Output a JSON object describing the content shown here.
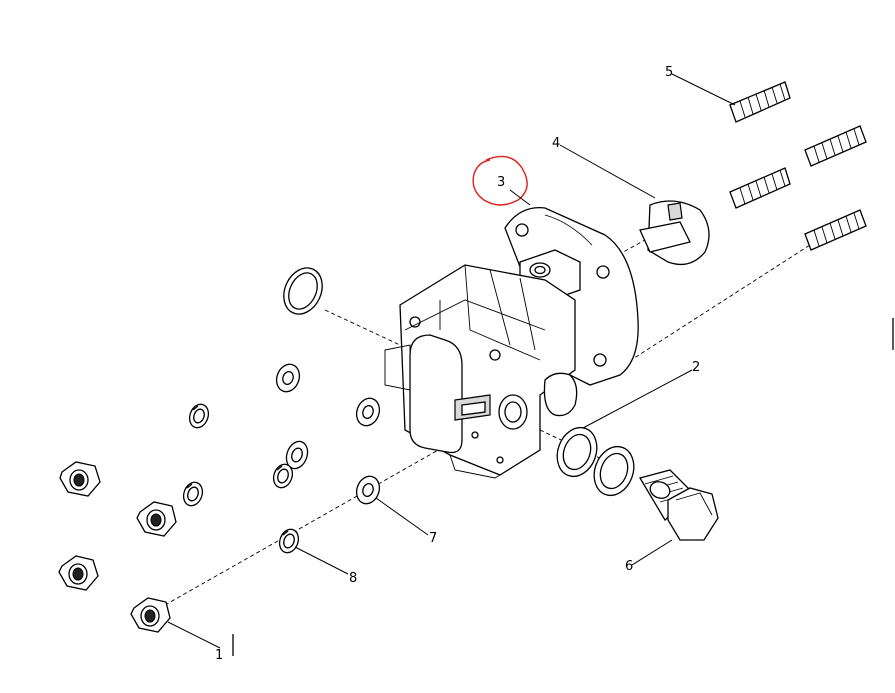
{
  "diagram": {
    "callouts": [
      {
        "id": "c1",
        "label": "1"
      },
      {
        "id": "c2",
        "label": "2"
      },
      {
        "id": "c3",
        "label": "3"
      },
      {
        "id": "c4",
        "label": "4"
      },
      {
        "id": "c5",
        "label": "5"
      },
      {
        "id": "c6",
        "label": "6"
      },
      {
        "id": "c7",
        "label": "7"
      },
      {
        "id": "c8",
        "label": "8"
      }
    ],
    "highlight_color": "#e0201a",
    "line_color": "#000000",
    "background_color": "#ffffff"
  }
}
